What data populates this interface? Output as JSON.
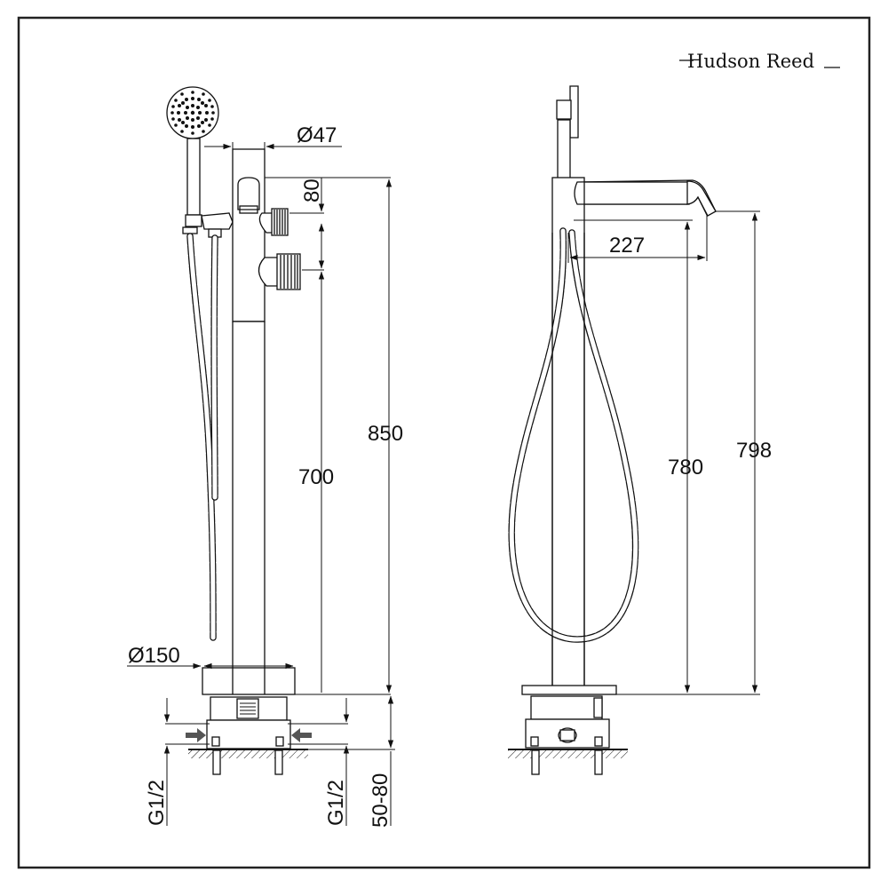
{
  "brand": {
    "name": "Hudson Reed"
  },
  "front_view": {
    "dimensions": {
      "outlet_diameter": "Ø47",
      "handle_height": "80",
      "spout_to_floor": "700",
      "overall_height": "850",
      "base_diameter": "Ø150",
      "inlet_left": "G1/2",
      "inlet_right": "G1/2",
      "floor_depth": "50-80"
    }
  },
  "side_view": {
    "dimensions": {
      "spout_reach": "227",
      "spout_outlet_height": "780",
      "spout_top_height": "798"
    }
  }
}
